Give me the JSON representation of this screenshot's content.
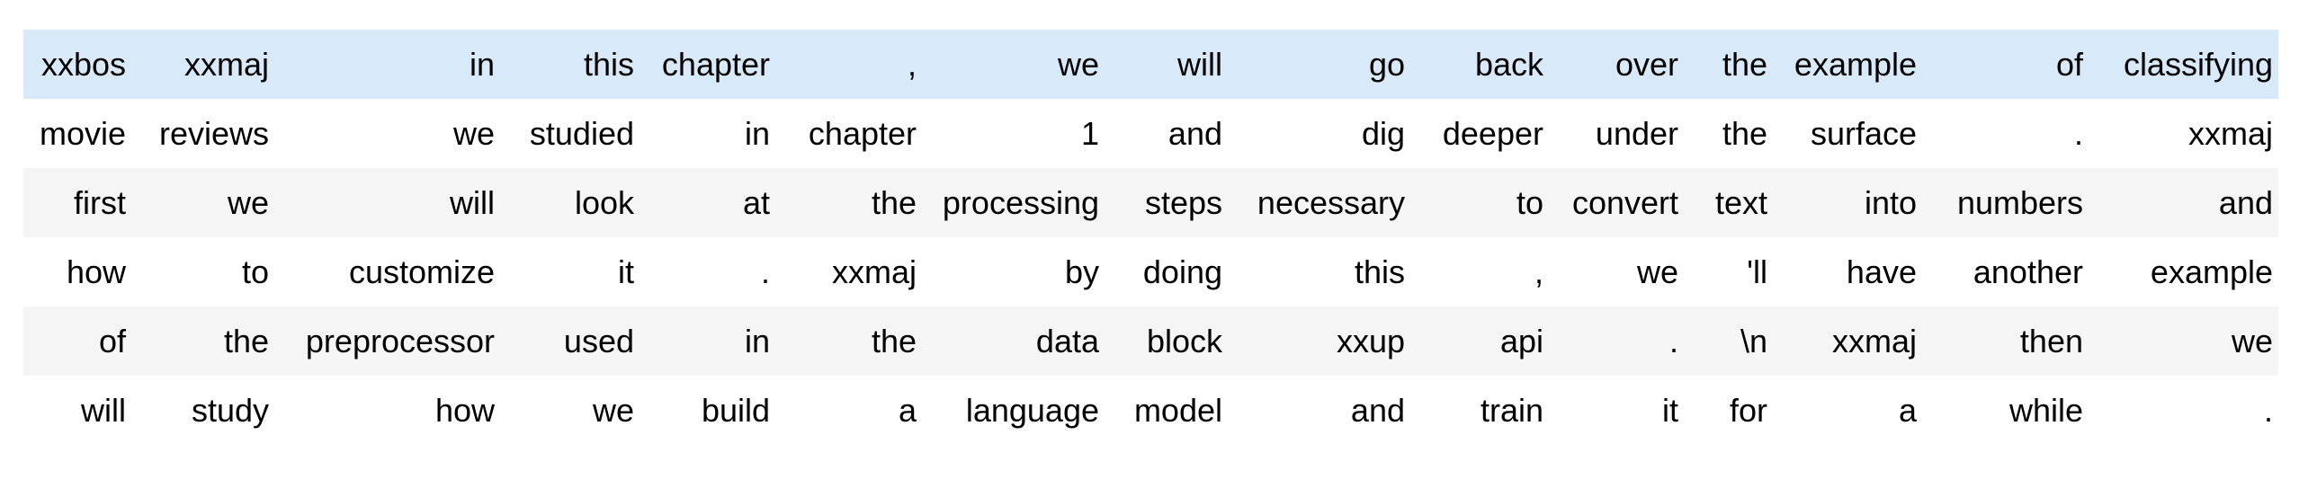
{
  "table": {
    "description_name": "tokenized-text-batch-table",
    "num_rows": 6,
    "num_cols": 15,
    "highlight_row_index": 0,
    "colors": {
      "highlight_bg": "#d8eafa",
      "stripe_bg": "#f5f5f5",
      "row_bg": "#ffffff",
      "text": "#000000"
    },
    "rows": [
      [
        "xxbos",
        "xxmaj",
        "in",
        "this",
        "chapter",
        ",",
        "we",
        "will",
        "go",
        "back",
        "over",
        "the",
        "example",
        "of",
        "classifying"
      ],
      [
        "movie",
        "reviews",
        "we",
        "studied",
        "in",
        "chapter",
        "1",
        "and",
        "dig",
        "deeper",
        "under",
        "the",
        "surface",
        ".",
        "xxmaj"
      ],
      [
        "first",
        "we",
        "will",
        "look",
        "at",
        "the",
        "processing",
        "steps",
        "necessary",
        "to",
        "convert",
        "text",
        "into",
        "numbers",
        "and"
      ],
      [
        "how",
        "to",
        "customize",
        "it",
        ".",
        "xxmaj",
        "by",
        "doing",
        "this",
        ",",
        "we",
        "'ll",
        "have",
        "another",
        "example"
      ],
      [
        "of",
        "the",
        "preprocessor",
        "used",
        "in",
        "the",
        "data",
        "block",
        "xxup",
        "api",
        ".",
        "\\n",
        "xxmaj",
        "then",
        "we"
      ],
      [
        "will",
        "study",
        "how",
        "we",
        "build",
        "a",
        "language",
        "model",
        "and",
        "train",
        "it",
        "for",
        "a",
        "while",
        "."
      ]
    ]
  }
}
